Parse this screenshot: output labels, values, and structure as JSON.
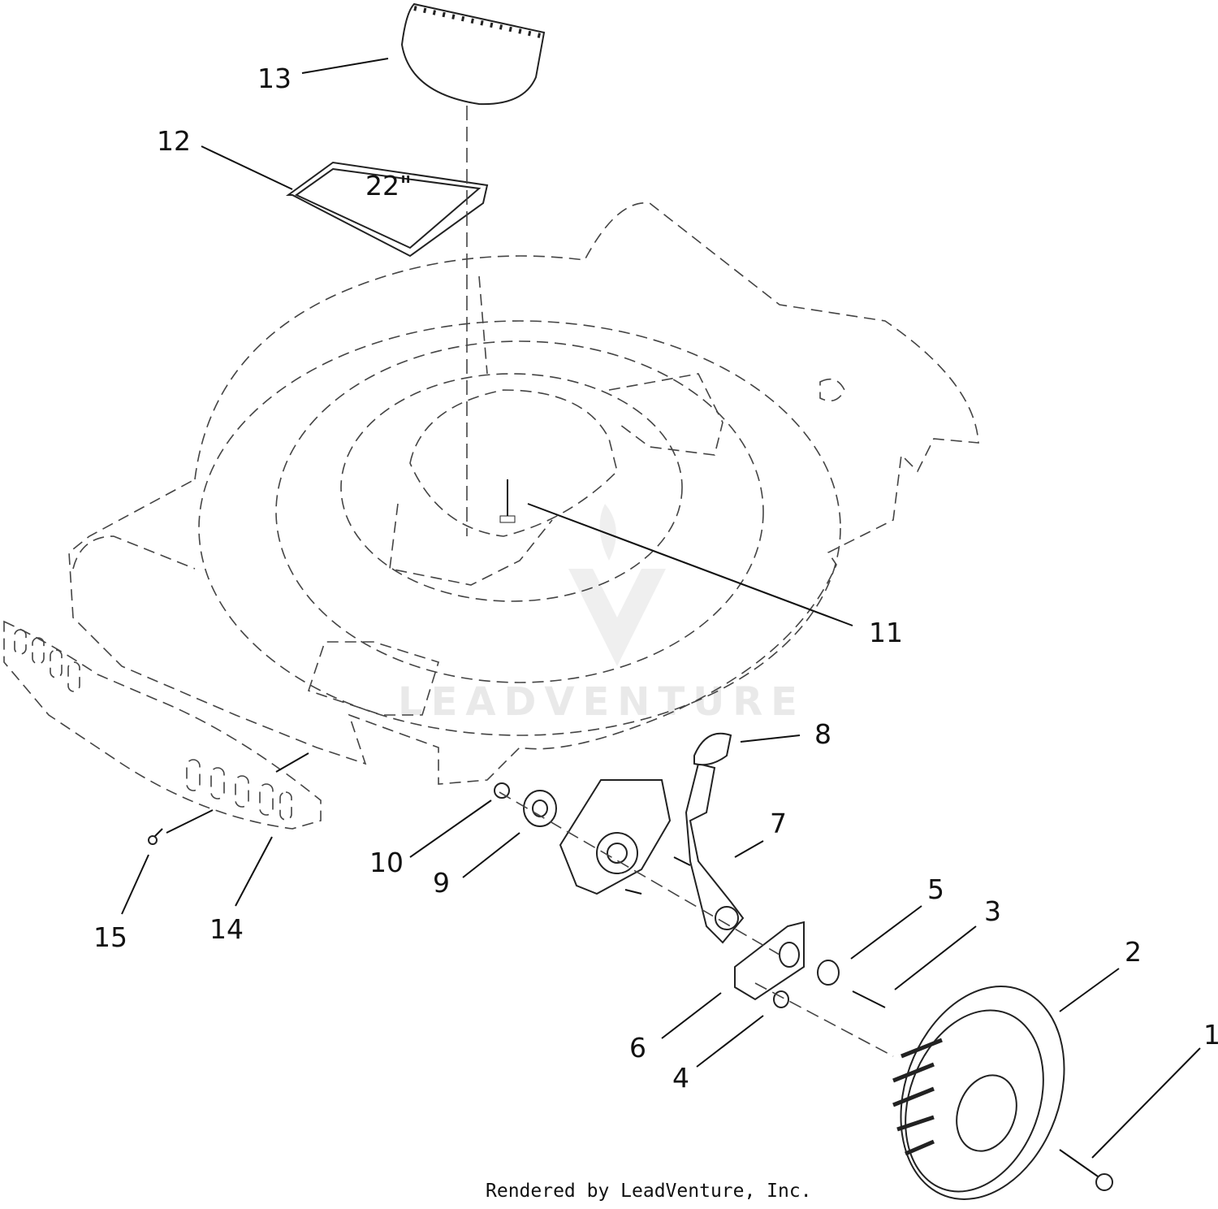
{
  "callouts": [
    {
      "id": "1",
      "text": "1"
    },
    {
      "id": "2",
      "text": "2"
    },
    {
      "id": "3",
      "text": "3"
    },
    {
      "id": "4",
      "text": "4"
    },
    {
      "id": "5",
      "text": "5"
    },
    {
      "id": "6",
      "text": "6"
    },
    {
      "id": "7",
      "text": "7"
    },
    {
      "id": "8",
      "text": "8"
    },
    {
      "id": "9",
      "text": "9"
    },
    {
      "id": "10",
      "text": "10"
    },
    {
      "id": "11",
      "text": "11"
    },
    {
      "id": "12",
      "text": "12"
    },
    {
      "id": "13",
      "text": "13"
    },
    {
      "id": "14",
      "text": "14"
    },
    {
      "id": "15",
      "text": "15"
    }
  ],
  "decal_text": "22\"",
  "watermark": "LEADVENTURE",
  "footer": "Rendered by LeadVenture, Inc."
}
